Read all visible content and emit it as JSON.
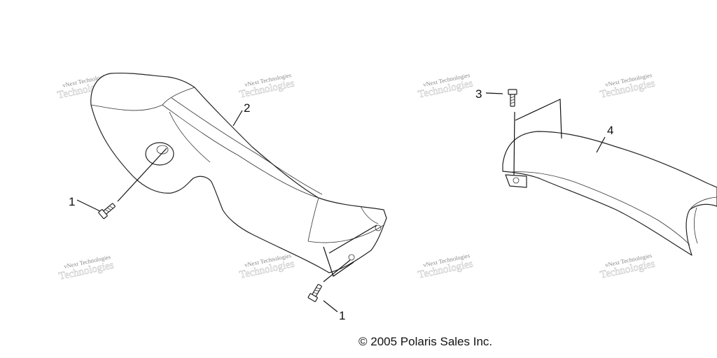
{
  "callouts": [
    {
      "id": "1a",
      "label": "1"
    },
    {
      "id": "1b",
      "label": "1"
    },
    {
      "id": "2",
      "label": "2"
    },
    {
      "id": "3",
      "label": "3"
    },
    {
      "id": "4",
      "label": "4"
    }
  ],
  "watermark": {
    "small_text": "vNext Technologies",
    "ghost_text": "Technologies"
  },
  "copyright": "© 2005 Polaris Sales Inc."
}
